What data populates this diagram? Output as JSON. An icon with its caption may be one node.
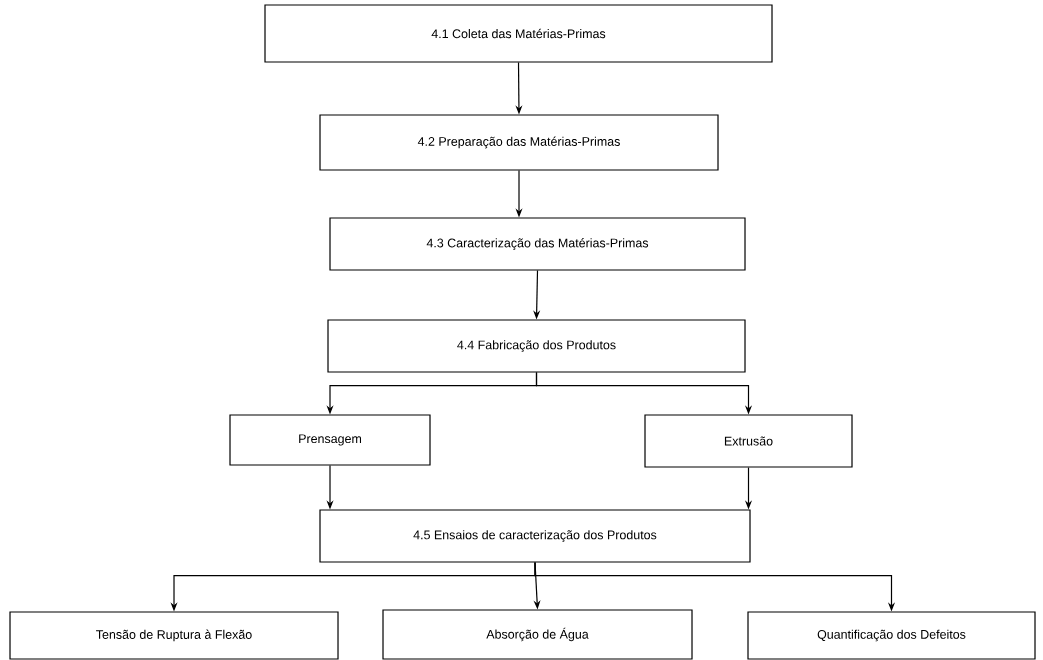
{
  "diagram": {
    "nodes": [
      {
        "text": [
          "4.1 Coleta das Matérias-Primas"
        ]
      },
      {
        "text": [
          "4.2 Preparação das Matérias-Primas"
        ]
      },
      {
        "text": [
          "4.3 Caracterização das Matérias-Primas"
        ]
      },
      {
        "text": [
          "4.4 Fabricação dos Produtos"
        ]
      },
      {
        "text": [
          "Prensagem"
        ]
      },
      {
        "text": [
          "Extrusão"
        ]
      },
      {
        "text": [
          "4.5 Ensaios de caracterização dos Produtos"
        ]
      },
      {
        "text": [
          "Tensão de Ruptura à Flexão"
        ]
      },
      {
        "text": [
          "Absorção de Água"
        ]
      },
      {
        "text": [
          "Quantificação dos Defeitos"
        ]
      }
    ],
    "edges": [
      {
        "from": 0,
        "to": 1,
        "arrow": "to"
      },
      {
        "from": 1,
        "to": 2,
        "arrow": "to"
      },
      {
        "from": 2,
        "to": 3,
        "arrow": "to"
      },
      {
        "from": 3,
        "to": 4,
        "arrow": "to"
      },
      {
        "from": 3,
        "to": 5,
        "arrow": "to"
      },
      {
        "from": 4,
        "to": 6,
        "arrow": "to"
      },
      {
        "from": 5,
        "to": 6,
        "arrow": "to"
      },
      {
        "from": 6,
        "to": 7,
        "arrow": "to"
      },
      {
        "from": 6,
        "to": 8,
        "arrow": "to"
      },
      {
        "from": 6,
        "to": 9,
        "arrow": "to"
      }
    ]
  }
}
